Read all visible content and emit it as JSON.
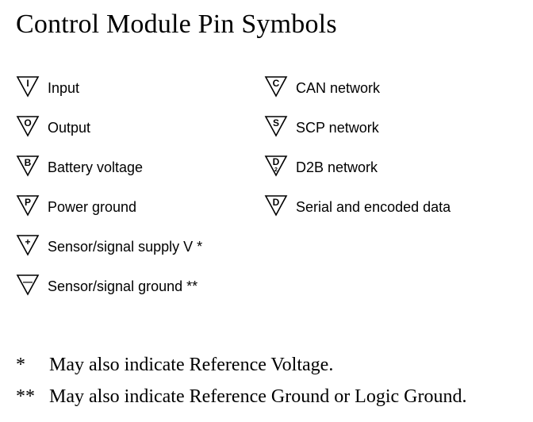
{
  "title": "Control Module Pin Symbols",
  "left_column": [
    {
      "symbol": "I",
      "icon": "input-pin-icon",
      "label": "Input"
    },
    {
      "symbol": "O",
      "icon": "output-pin-icon",
      "label": "Output"
    },
    {
      "symbol": "B",
      "icon": "battery-voltage-pin-icon",
      "label": "Battery voltage"
    },
    {
      "symbol": "P",
      "icon": "power-ground-pin-icon",
      "label": "Power ground"
    },
    {
      "symbol": "+",
      "icon": "sensor-supply-pin-icon",
      "label": "Sensor/signal supply V *"
    },
    {
      "symbol": "—",
      "icon": "sensor-ground-pin-icon",
      "label": "Sensor/signal ground **"
    }
  ],
  "right_column": [
    {
      "symbol": "C",
      "icon": "can-network-pin-icon",
      "label": "CAN network"
    },
    {
      "symbol": "S",
      "icon": "scp-network-pin-icon",
      "label": "SCP network"
    },
    {
      "symbol": "D",
      "sub": "2",
      "icon": "d2b-network-pin-icon",
      "label": "D2B network"
    },
    {
      "symbol": "D",
      "icon": "serial-data-pin-icon",
      "label": "Serial and encoded data"
    }
  ],
  "footnotes": [
    {
      "mark": "*",
      "text": "May also indicate Reference Voltage."
    },
    {
      "mark": "**",
      "text": "May also indicate Reference Ground or Logic Ground."
    }
  ]
}
